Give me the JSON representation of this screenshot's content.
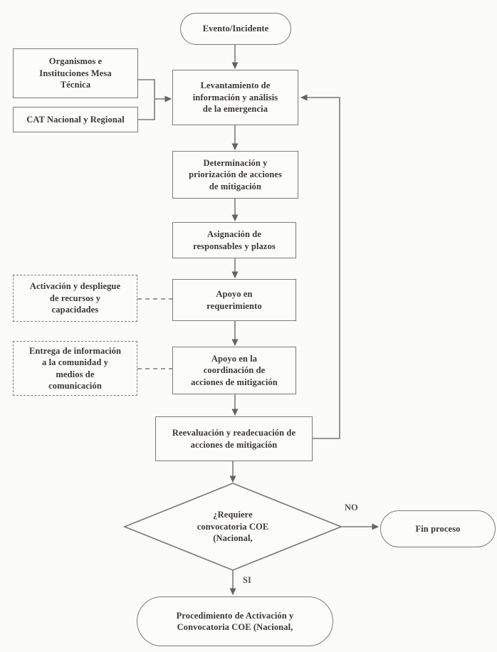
{
  "palette": {
    "line": "#7b7b7b",
    "arrowhead": "#636363",
    "text": "#3a3835",
    "background": "#fbfbf8"
  },
  "nodes": {
    "start": {
      "label": "Evento/Incidente"
    },
    "organismos": {
      "label": "Organismos e\nInstituciones Mesa\nTécnica"
    },
    "cat": {
      "label": "CAT Nacional y Regional"
    },
    "levantamiento": {
      "label": "Levantamiento de\ninformación y análisis\nde la emergencia"
    },
    "determinacion": {
      "label": "Determinación y\npriorización de acciones\nde mitigación"
    },
    "asignacion": {
      "label": "Asignación de\nresponsables y plazos"
    },
    "activacion": {
      "label": "Activación y despliegue\nde recursos y\ncapacidades"
    },
    "apoyo_requerimiento": {
      "label": "Apoyo en\nrequerimiento"
    },
    "entrega": {
      "label": "Entrega de información\na la comunidad y\nmedios de\ncomunicación"
    },
    "apoyo_coordinacion": {
      "label": "Apoyo en la\ncoordinación de\nacciones de mitigación"
    },
    "reevaluacion": {
      "label": "Reevaluación y readecuación de\nacciones de mitigación"
    },
    "decision": {
      "label": "¿Requiere\nconvocatoria COE\n(Nacional,"
    },
    "fin": {
      "label": "Fin proceso"
    },
    "procedimiento": {
      "label": "Procedimiento de Activación y\nConvocatoria COE (Nacional,"
    }
  },
  "edge_labels": {
    "no": "NO",
    "si": "SI"
  }
}
